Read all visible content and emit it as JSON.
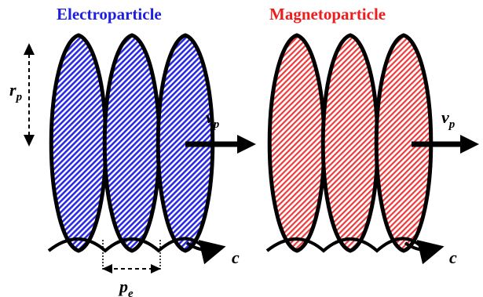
{
  "panels": [
    {
      "title": "Electroparticle",
      "title_color": "#1f1fe0",
      "fill_color": "#2a2ae6",
      "velocity_label": "v",
      "velocity_sub": "p",
      "light_speed_label": "c",
      "radius_label": "r",
      "radius_sub": "p",
      "pitch_label": "p",
      "pitch_sub": "e"
    },
    {
      "title": "Magnetoparticle",
      "title_color": "#ee1c1c",
      "fill_color": "#ee3a3a",
      "velocity_label": "v",
      "velocity_sub": "p",
      "light_speed_label": "c"
    }
  ],
  "colors": {
    "outline": "#000000",
    "background": "#ffffff"
  }
}
